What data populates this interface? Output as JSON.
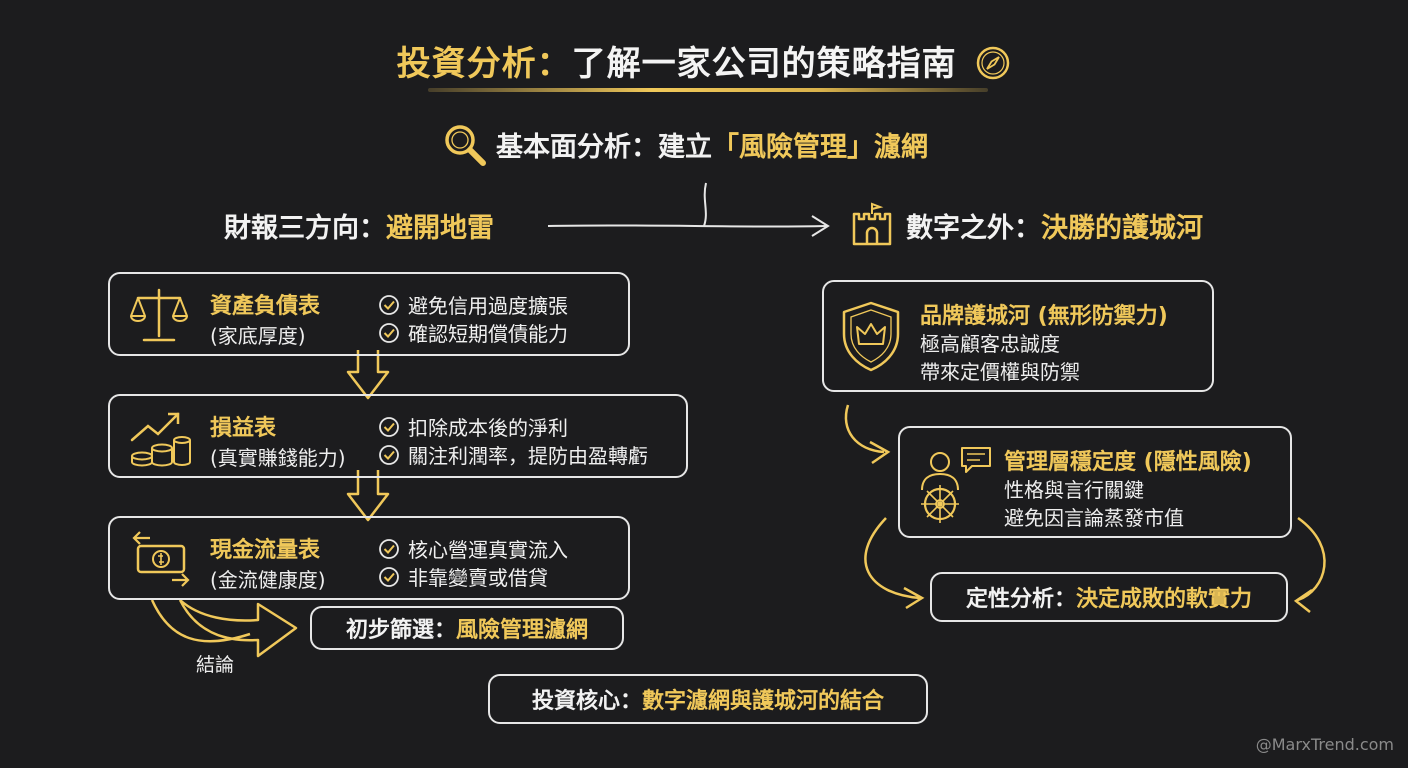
{
  "title": {
    "part1": "投資分析：",
    "part2": "了解一家公司的策略指南"
  },
  "fundamental": {
    "label": "基本面分析：建立",
    "highlight": "「風險管理」濾網"
  },
  "left_header": {
    "label": "財報三方向：",
    "highlight": "避開地雷"
  },
  "right_header": {
    "label": "數字之外：",
    "highlight": "決勝的護城河"
  },
  "statements": [
    {
      "title": "資產負債表",
      "subtitle": "(家底厚度)",
      "points": [
        "避免信用過度擴張",
        "確認短期償債能力"
      ],
      "icon": "balance-scale-icon"
    },
    {
      "title": "損益表",
      "subtitle": "(真實賺錢能力)",
      "points": [
        "扣除成本後的淨利",
        "關注利潤率，提防由盈轉虧"
      ],
      "icon": "coins-growth-icon"
    },
    {
      "title": "現金流量表",
      "subtitle": "(金流健康度)",
      "points": [
        "核心營運真實流入",
        "非靠變賣或借貸"
      ],
      "icon": "cash-flow-icon"
    }
  ],
  "conclusion_label": "結論",
  "screening": {
    "label": "初步篩選：",
    "highlight": "風險管理濾網"
  },
  "moats": [
    {
      "title": "品牌護城河 (無形防禦力)",
      "lines": [
        "極高顧客忠誠度",
        "帶來定價權與防禦"
      ],
      "icon": "shield-crown-icon"
    },
    {
      "title": "管理層穩定度 (隱性風險)",
      "lines": [
        "性格與言行關鍵",
        "避免因言論蒸發市值"
      ],
      "icon": "captain-wheel-icon"
    }
  ],
  "qualitative": {
    "label": "定性分析：",
    "highlight": "決定成敗的軟實力"
  },
  "core": {
    "label": "投資核心：",
    "highlight": "數字濾網與護城河的結合"
  },
  "watermark": "@MarxTrend.com",
  "colors": {
    "background": "#1c1c1e",
    "accent": "#f0c85a",
    "text": "#f2f2f2",
    "border": "#e6e6e6"
  }
}
